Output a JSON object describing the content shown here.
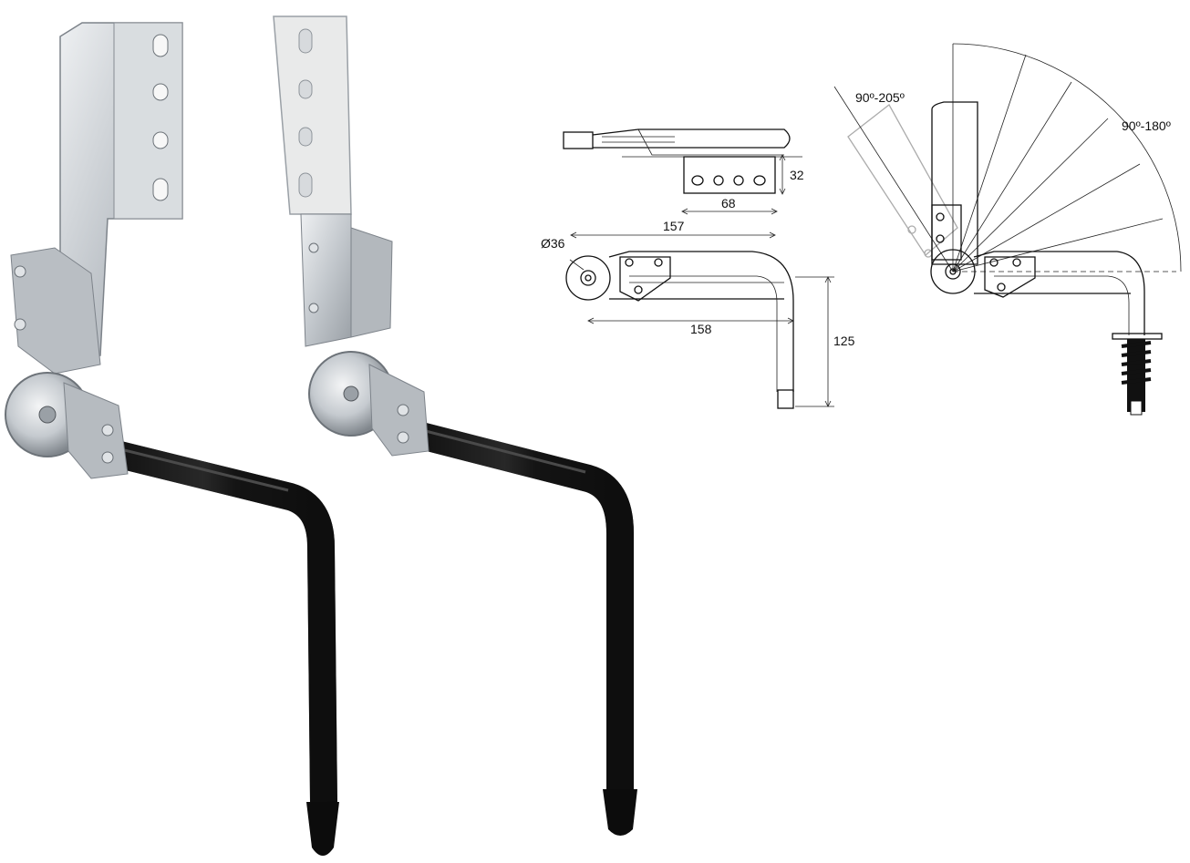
{
  "dimensions": {
    "height_32": "32",
    "width_68": "68",
    "length_157": "157",
    "diameter_36": "Ø36",
    "length_158": "158",
    "height_125": "125"
  },
  "angles": {
    "range_205": "90º-205º",
    "range_180": "90º-180º"
  },
  "colors": {
    "tube_black": "#141414",
    "zinc_metal": "#c8ccd0",
    "zinc_light": "#e6e8ea",
    "zinc_shadow": "#8e949a",
    "drawing_line": "#111111"
  }
}
